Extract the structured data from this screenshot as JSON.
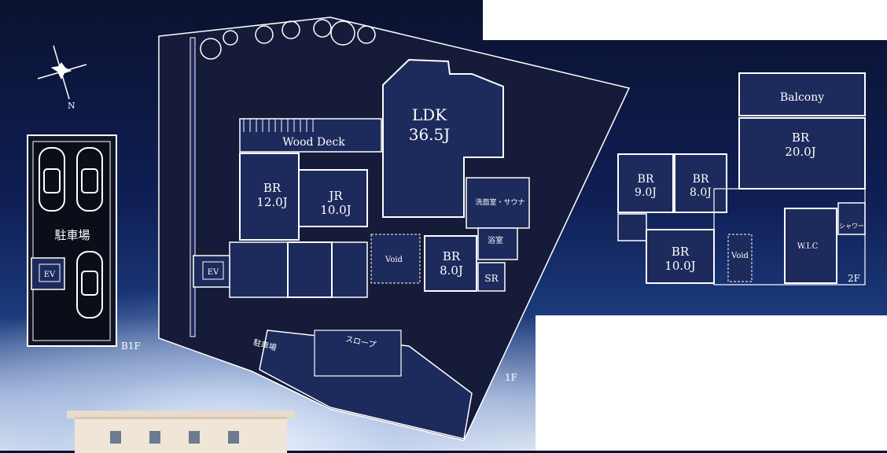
{
  "plan": {
    "b1f": {
      "floor_label": "B1F",
      "parking_label": "駐車場",
      "ev_label": "EV"
    },
    "f1": {
      "floor_label": "1F",
      "wood_deck": "Wood Deck",
      "ldk": {
        "name": "LDK",
        "size": "36.5J"
      },
      "br_main": {
        "name": "BR",
        "size": "12.0J"
      },
      "jr": {
        "name": "JR",
        "size": "10.0J"
      },
      "washroom_sauna": "洗面室・サウナ",
      "bathroom": "浴室",
      "void": "Void",
      "br_small": {
        "name": "BR",
        "size": "8.0J"
      },
      "sr": "SR",
      "ev": "EV",
      "slope": "スロープ",
      "parking": "駐車場"
    },
    "f2": {
      "floor_label": "2F",
      "balcony": "Balcony",
      "br_large": {
        "name": "BR",
        "size": "20.0J"
      },
      "br_a": {
        "name": "BR",
        "size": "9.0J"
      },
      "br_b": {
        "name": "BR",
        "size": "8.0J"
      },
      "br_c": {
        "name": "BR",
        "size": "10.0J"
      },
      "void": "Void",
      "wic": "W.I.C",
      "shower": "シャワー"
    },
    "compass": {
      "north_label": "N"
    }
  },
  "colors": {
    "room_fill": "#1d2a5c",
    "wall": "#ffffff",
    "lot_fill": "#151b38"
  }
}
